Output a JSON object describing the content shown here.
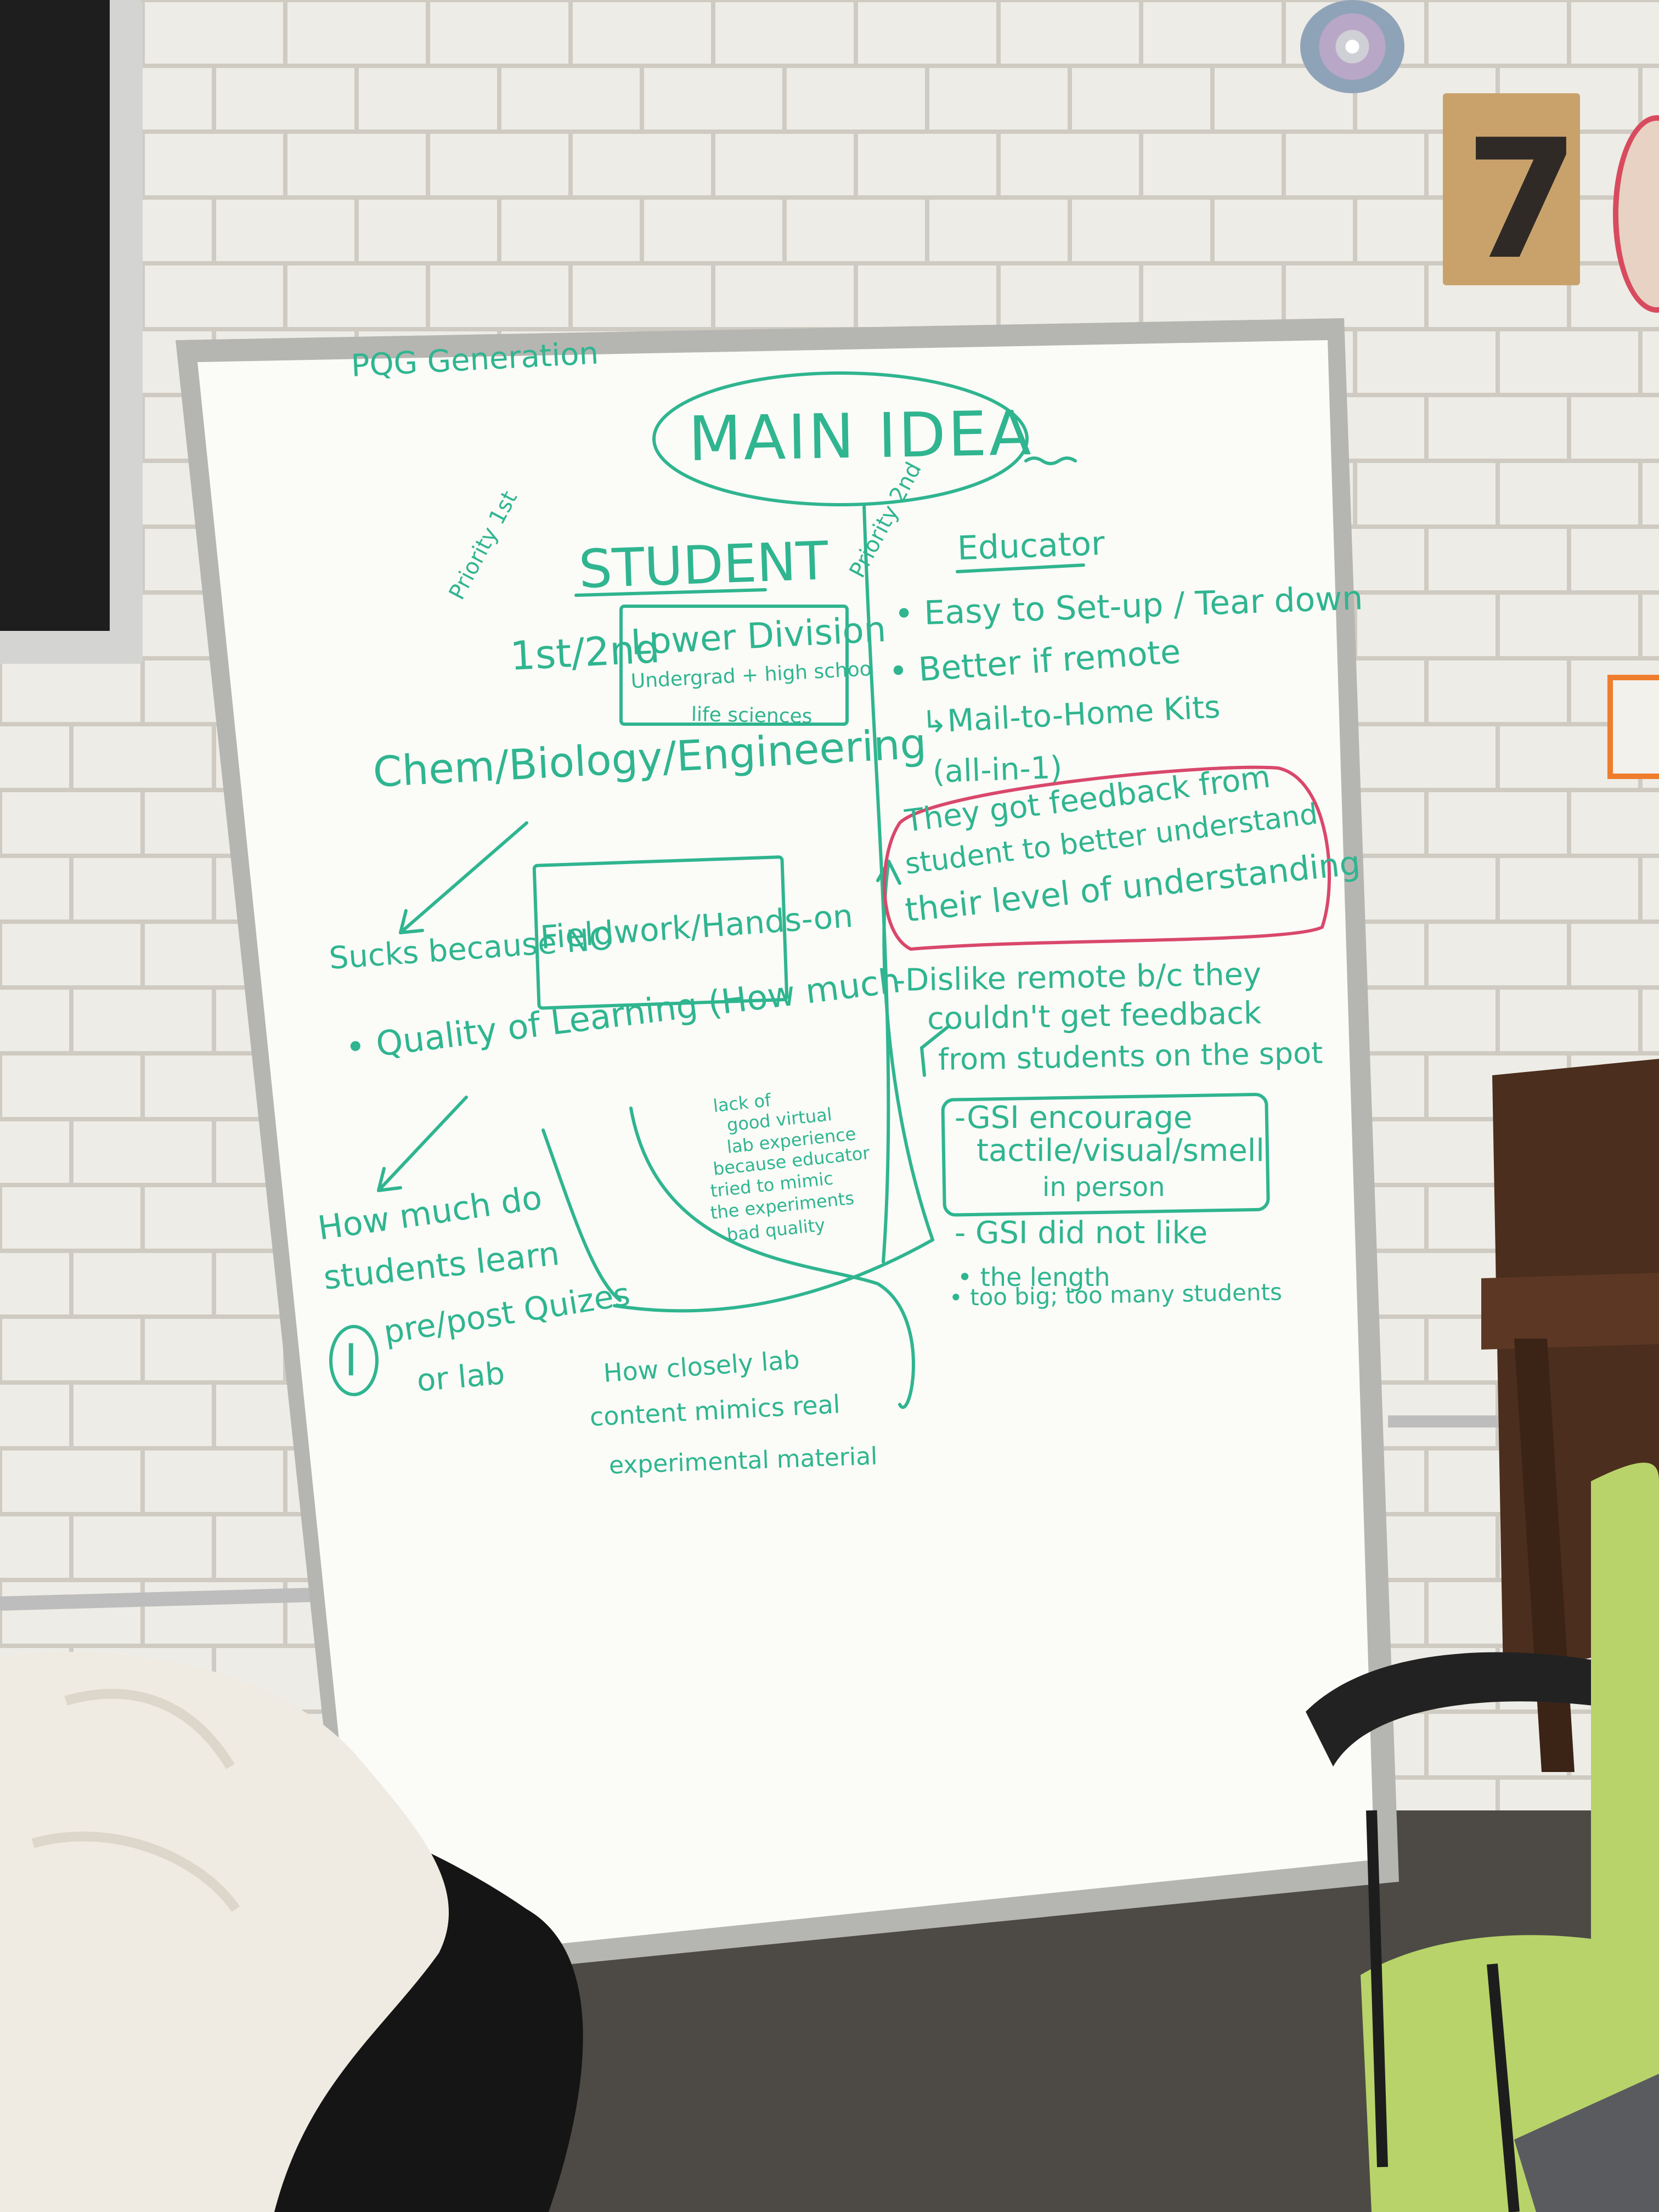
{
  "colors": {
    "wall": "#eeece6",
    "mortar": "#cfcbc2",
    "board_surface": "#fbfbf8",
    "board_frame": "#b5b5b2",
    "marker_teal": "#2fb58f",
    "marker_pink": "#d9486b",
    "floor": "#4d4a45"
  },
  "board": {
    "header": "PQG   Generation",
    "main_idea": "MAIN IDEA",
    "student": {
      "priority": "Priority 1st",
      "title": "STUDENT",
      "order": "1st/2nd",
      "box_line1": "Lower Division",
      "box_line2": "Undergrad + high schoo",
      "box_line3": "life sciences",
      "fields": "Chem/Biology/Engineering",
      "sucks_prefix": "Sucks because NO",
      "sucks_box": "Fieldwork/Hands-on",
      "quality": "• Quality of Learning (How much",
      "how_much_1": "How much do",
      "how_much_2": "students learn",
      "quizzes_marker": "I",
      "quizzes_1": "pre/post Quizes",
      "quizzes_2": "or lab",
      "lack_1": "lack of",
      "lack_2": "good virtual",
      "lack_3": "lab experience",
      "lack_4": "because educator",
      "lack_5": "tried to mimic",
      "lack_6": "the experiments",
      "lack_7": "bad quality",
      "closely_1": "How closely lab",
      "closely_2": "content mimics real",
      "closely_3": "experimental material"
    },
    "educator": {
      "priority": "Priority 2nd",
      "title": "Educator",
      "item1": "• Easy to Set-up / Tear down",
      "item2": "• Better if remote",
      "item3": "↳Mail-to-Home Kits",
      "item4": "(all-in-1)",
      "feedback_1": "They got feedback from",
      "feedback_2": "student to better understand",
      "feedback_3": "their level of understanding",
      "dislike_1": "-Dislike remote b/c they",
      "dislike_2": "couldn't get feedback",
      "dislike_3": "from students on the spot",
      "gsi_1": "-GSI encourage",
      "gsi_2": "tactile/visual/smell",
      "gsi_3": "in person",
      "gsi_not_1": "- GSI did not like",
      "gsi_not_2": "• the length",
      "gsi_not_3": "• too big; too many students"
    }
  },
  "wall_sign": "7"
}
